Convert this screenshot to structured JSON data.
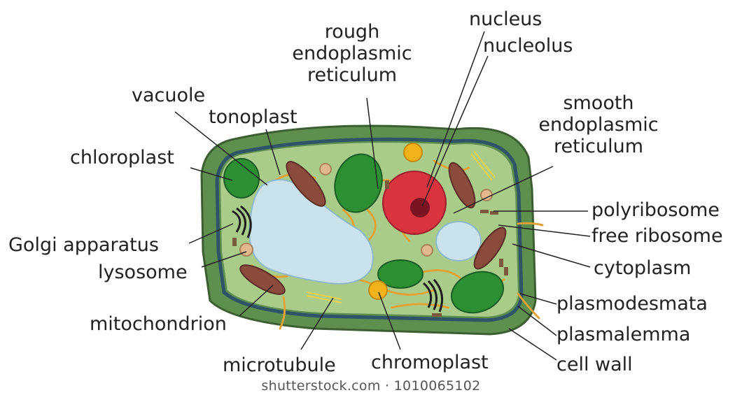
{
  "colors": {
    "cell_wall": "#5f8f4f",
    "cell_wall_edge": "#3c5f32",
    "plasmalemma": "#2f5367",
    "cytoplasm": "#a9cc8a",
    "vacuole": "#c9e2ec",
    "nucleus": "#d9333f",
    "nucleolus": "#7a1422",
    "chloroplast": "#2c8f33",
    "mitochondrion": "#8a4a3c",
    "reticulum": "#e3a235",
    "chromoplast": "#f2b21c",
    "lysosome": "#e2b98e",
    "leader_line": "#222222"
  },
  "labels": {
    "nucleus": "nucleus",
    "nucleolus": "nucleolus",
    "rough_er": [
      "rough",
      "endoplasmic",
      "reticulum"
    ],
    "smooth_er": [
      "smooth",
      "endoplasmic",
      "reticulum"
    ],
    "vacuole": "vacuole",
    "tonoplast": "tonoplast",
    "chloroplast": "chloroplast",
    "golgi": "Golgi  apparatus",
    "lysosome": "lysosome",
    "mitochondrion": "mitochondrion",
    "microtubule": "microtubule",
    "chromoplast": "chromoplast",
    "polyribosome": "polyribosome",
    "free_ribosome": "free ribosome",
    "cytoplasm": "cytoplasm",
    "plasmodesmata": "plasmodesmata",
    "plasmalemma": "plasmalemma",
    "cell_wall": "cell wall"
  },
  "watermark": "shutterstock.com · 1010065102"
}
